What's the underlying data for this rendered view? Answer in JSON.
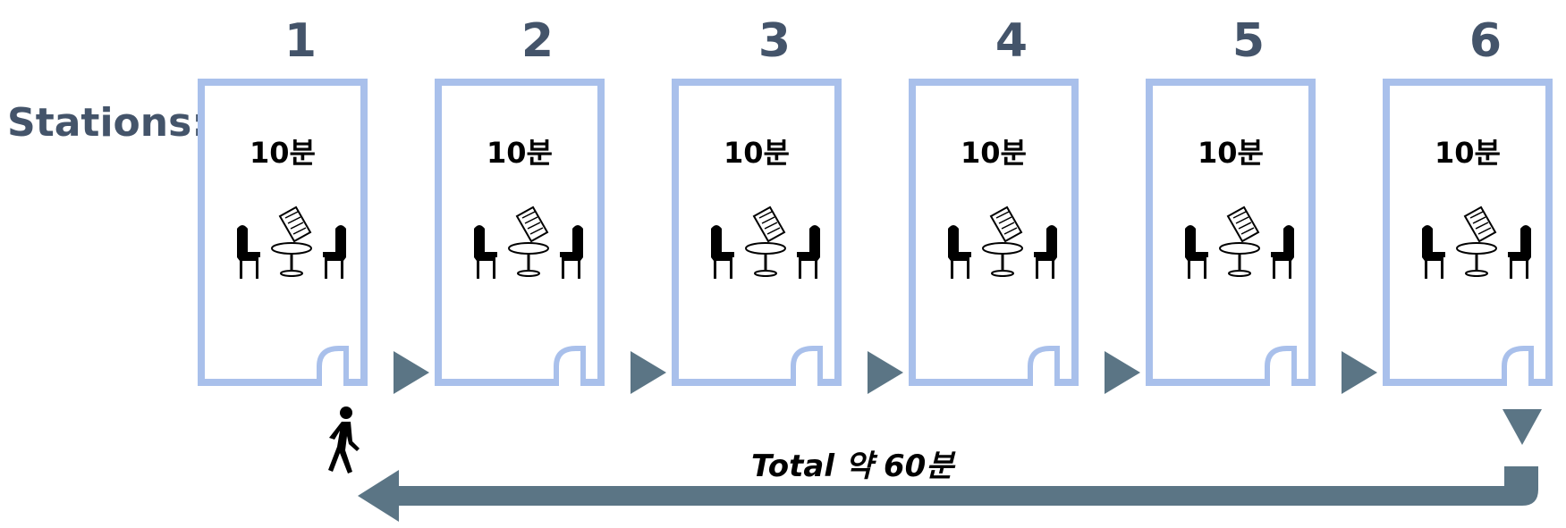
{
  "label": "Stations:",
  "stations": [
    {
      "number": "1",
      "duration": "10분"
    },
    {
      "number": "2",
      "duration": "10분"
    },
    {
      "number": "3",
      "duration": "10분"
    },
    {
      "number": "4",
      "duration": "10분"
    },
    {
      "number": "5",
      "duration": "10분"
    },
    {
      "number": "6",
      "duration": "10분"
    }
  ],
  "total": "Total 약 60분",
  "colors": {
    "border": "#A9C0EB",
    "arrow": "#5B7585",
    "text": "#44546A"
  },
  "icons": [
    "table-chairs-icon",
    "door-icon",
    "walking-person-icon",
    "arrow-right-icon",
    "return-arrow-icon"
  ]
}
